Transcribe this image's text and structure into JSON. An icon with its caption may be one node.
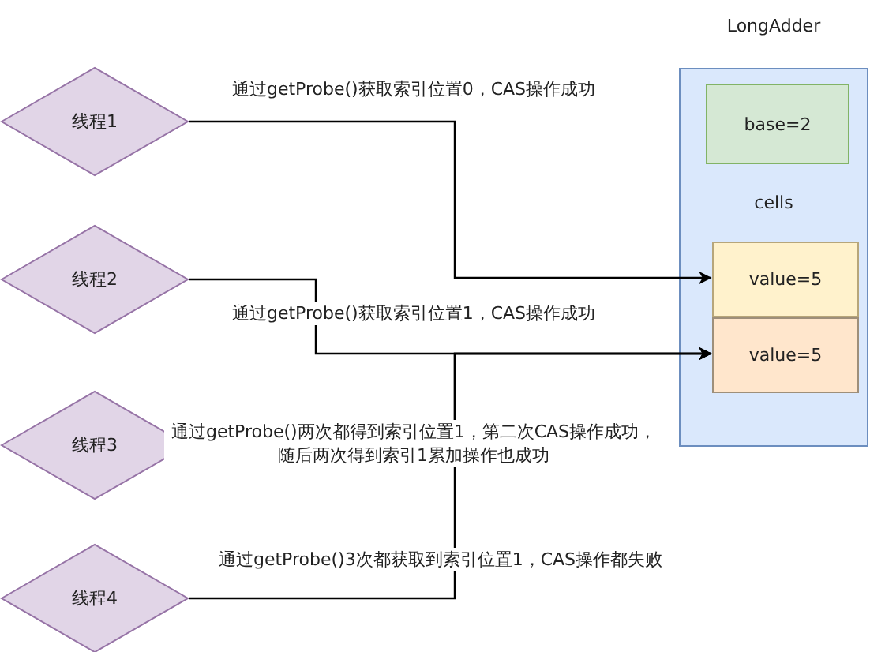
{
  "diagram": {
    "nodes": [
      {
        "text": [
          "LongAdder",
          "cells"
        ]
      },
      {
        "text": [
          "base=2"
        ],
        "in": 0
      },
      {
        "text": [
          "value=5"
        ],
        "in": 0
      },
      {
        "text": [
          "value=5"
        ],
        "in": 0
      },
      {
        "text": [
          "线程1"
        ]
      },
      {
        "text": [
          "线程2"
        ]
      },
      {
        "text": [
          "线程3"
        ]
      },
      {
        "text": [
          "线程4"
        ]
      }
    ],
    "edges": [
      {
        "from": 4,
        "to": 2,
        "arrow": "to",
        "label": "通过getProbe()获取索引位置0，CAS操作成功"
      },
      {
        "from": 5,
        "to": 3,
        "arrow": "to",
        "label": "通过getProbe()获取索引位置1，CAS操作成功"
      },
      {
        "from": 6,
        "to": 3,
        "arrow": "to",
        "label": "通过getProbe()两次都得到索引位置1，第二次CAS操作成功，随后两次得到索引1累加操作也成功"
      },
      {
        "from": 7,
        "to": 3,
        "arrow": "to",
        "label": "通过getProbe()3次都获取到索引位置1，CAS操作都失败"
      }
    ]
  }
}
